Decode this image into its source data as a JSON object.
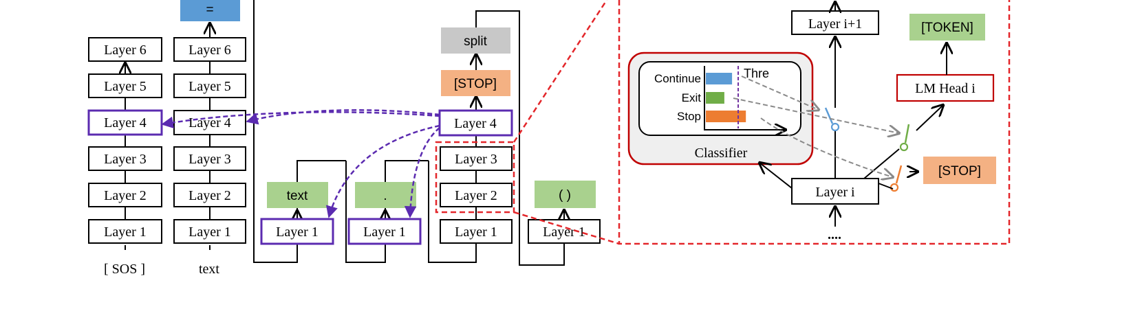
{
  "layers": {
    "l1": "Layer 1",
    "l2": "Layer 2",
    "l3": "Layer 3",
    "l4": "Layer 4",
    "l5": "Layer 5",
    "l6": "Layer 6"
  },
  "inputs": {
    "sos": "[ SOS ]",
    "text": "text"
  },
  "outputs": {
    "equals": "=",
    "text": "text",
    "dot": ".",
    "stop": "[STOP]",
    "split": "split",
    "paren": "( )"
  },
  "detail": {
    "layer_next": "Layer i+1",
    "layer_i": "Layer i",
    "lm_head": "LM Head i",
    "token": "[TOKEN]",
    "stop": "[STOP]",
    "ellipsis": "....",
    "classifier_title": "Classifier",
    "bars": [
      {
        "label": "Continue",
        "value": 0.34,
        "color": "#5b9bd5"
      },
      {
        "label": "Exit",
        "value": 0.24,
        "color": "#70ad47"
      },
      {
        "label": "Stop",
        "value": 0.52,
        "color": "#ed7d31"
      }
    ],
    "threshold_label": "Thre",
    "threshold": 0.42
  },
  "colors": {
    "blue": "#5b9bd5",
    "green": "#a9d18e",
    "orange": "#f4b183",
    "gray": "#c8c8c8",
    "purple": "#5b2bb0",
    "red": "#e3262a"
  }
}
